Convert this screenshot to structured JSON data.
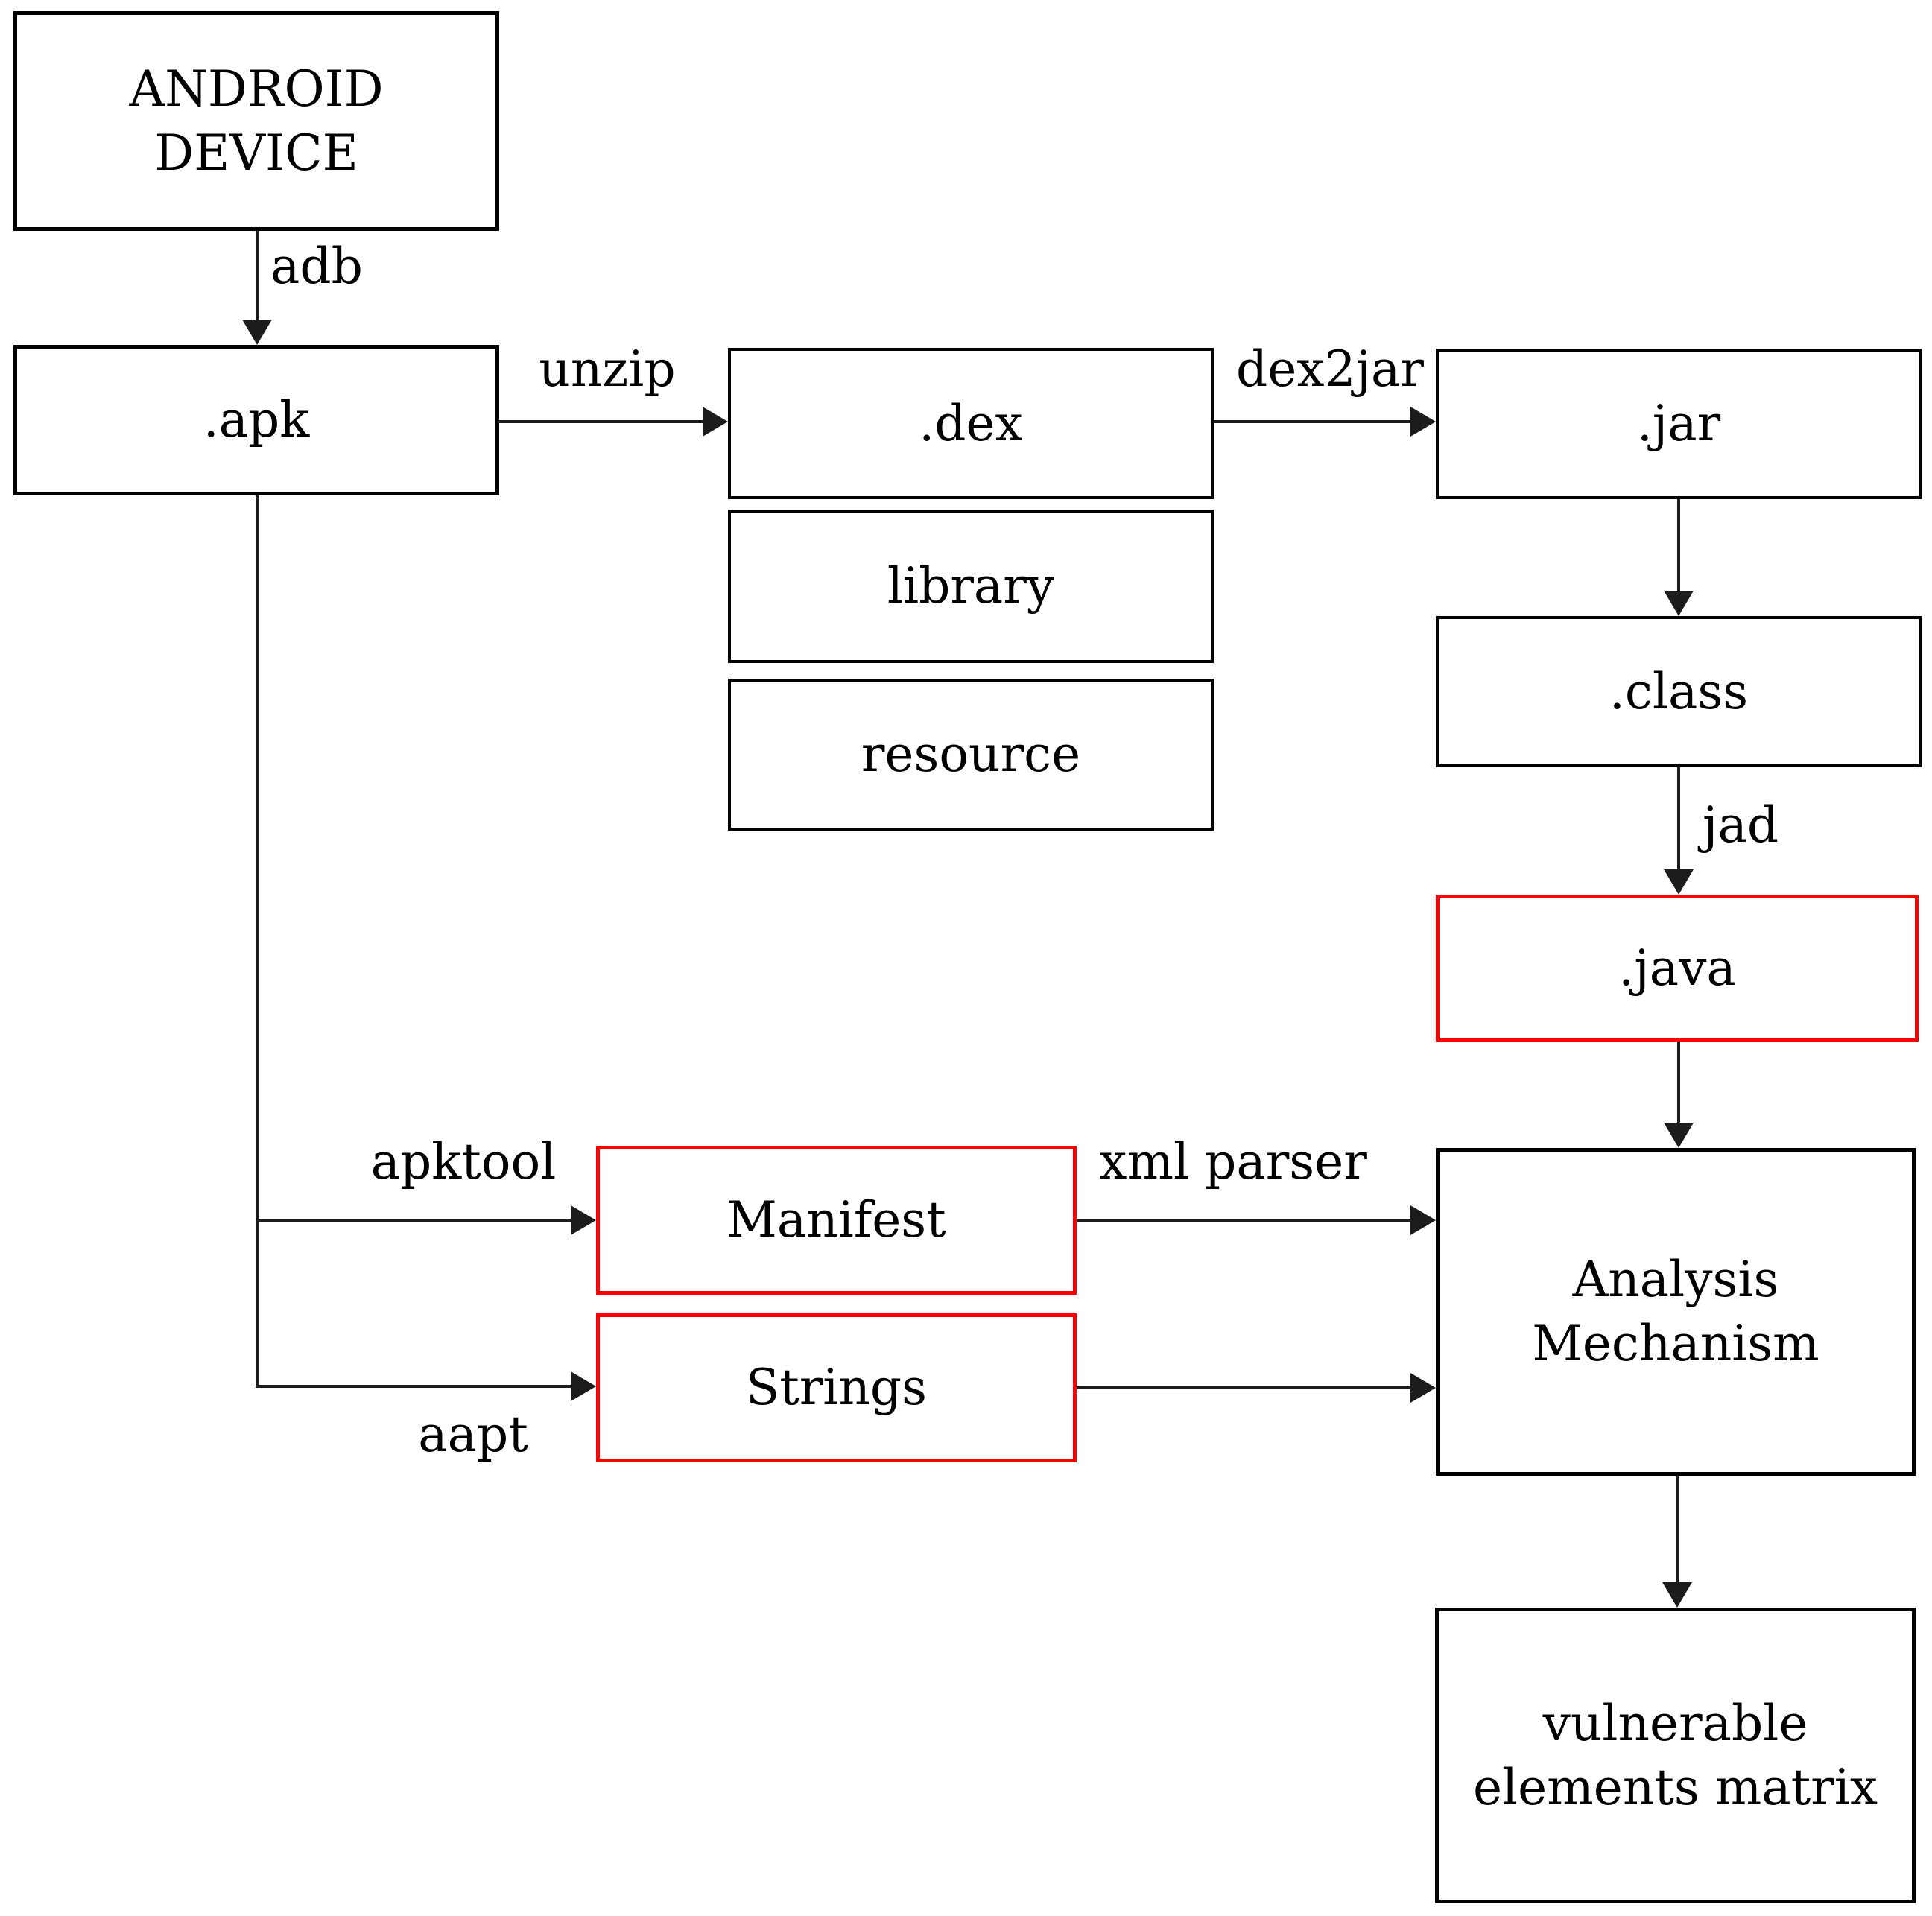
{
  "colors": {
    "background": "#ffffff",
    "box_border": "#000000",
    "highlight_border": "#fe0000",
    "connector": "#1c1c1c",
    "text": "#000000"
  },
  "nodes": {
    "android_device": {
      "label": "ANDROID\nDEVICE",
      "highlighted": false
    },
    "apk": {
      "label": ".apk",
      "highlighted": false
    },
    "dex": {
      "label": ".dex",
      "highlighted": false
    },
    "library": {
      "label": "library",
      "highlighted": false
    },
    "resource": {
      "label": "resource",
      "highlighted": false
    },
    "jar": {
      "label": ".jar",
      "highlighted": false
    },
    "class": {
      "label": ".class",
      "highlighted": false
    },
    "java": {
      "label": ".java",
      "highlighted": true
    },
    "manifest": {
      "label": "Manifest",
      "highlighted": true
    },
    "strings": {
      "label": "Strings",
      "highlighted": true
    },
    "analysis_mechanism": {
      "label": "Analysis\nMechanism",
      "highlighted": false
    },
    "vulnerable_elements_matrix": {
      "label": "vulnerable\nelements matrix",
      "highlighted": false
    }
  },
  "edges": {
    "adb": "adb",
    "unzip": "unzip",
    "dex2jar": "dex2jar",
    "jad": "jad",
    "apktool": "apktool",
    "aapt": "aapt",
    "xml_parser": "xml parser"
  }
}
